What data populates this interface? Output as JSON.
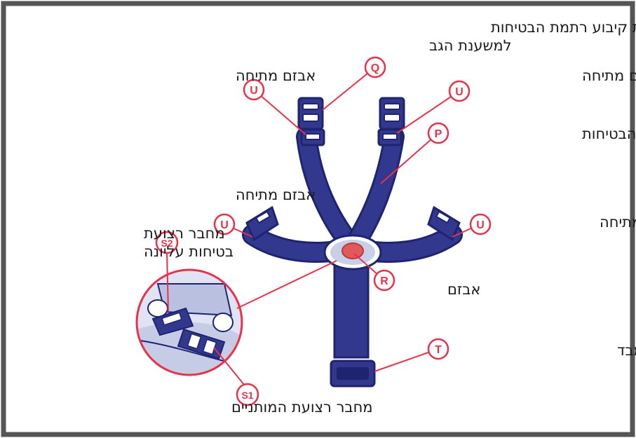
{
  "colors": {
    "frame": "#555555",
    "strap": "#33388f",
    "strap_dark": "#1f2470",
    "callout": "#e8314a",
    "buckle_center": "#e05a5a",
    "buckle_ring": "#c8d0e8",
    "inset_bg": "#dfe3f3"
  },
  "badges": {
    "q": "Q",
    "u_top_left": "U",
    "u_top_right": "U",
    "p": "P",
    "u_mid_left": "U",
    "u_mid_right": "U",
    "s2": "S2",
    "r": "R",
    "t": "T",
    "s1": "S1"
  },
  "labels": {
    "q_line1": "טבעות קיבוע רתמת הבטיחות",
    "q_line2": "למשענת הגב",
    "u_top_left": "אבזם מתיחה",
    "u_top_right": "אבזם מתיחה",
    "p": "רתמת הבטיחות",
    "u_mid_left": "אבזם מתיחה",
    "u_mid_right": "אבזם מתיחה",
    "s2_line1": "מחבר רצועת",
    "s2_line2": "בטיחות עליונה",
    "r": "אבזם",
    "t": "רצועת מפשעה מבד",
    "s1": "מחבר רצועת המותניים"
  }
}
